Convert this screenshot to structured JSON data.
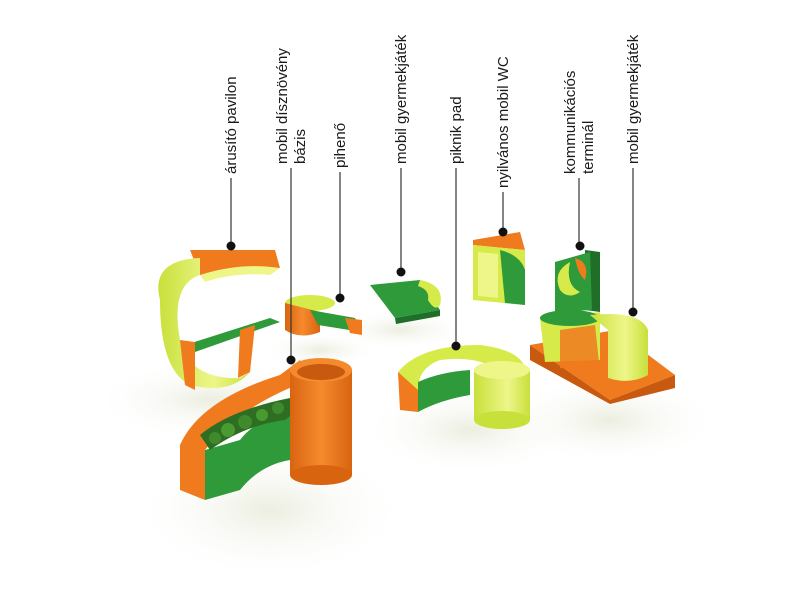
{
  "labels": {
    "arusito_pavilon": "árusító pavilon",
    "mobil_disznoveny_1": "mobil dísznövény",
    "mobil_disznoveny_2": "bázis",
    "piheno": "pihenő",
    "mobil_gyermekjatek_1": "mobil gyermekjáték",
    "piknik_pad": "piknik pad",
    "nyilvanos_wc": "nyilvános mobil WC",
    "kommunikacios_1": "kommunikációs",
    "kommunikacios_2": "terminál",
    "mobil_gyermekjatek_2": "mobil gyermekjáték"
  },
  "colors": {
    "orange": "#f07a1e",
    "orange_dark": "#c85a10",
    "lime": "#d6ea4a",
    "lime_light": "#eef68a",
    "green": "#2f9a3a",
    "green_dark": "#1f6e2a"
  }
}
